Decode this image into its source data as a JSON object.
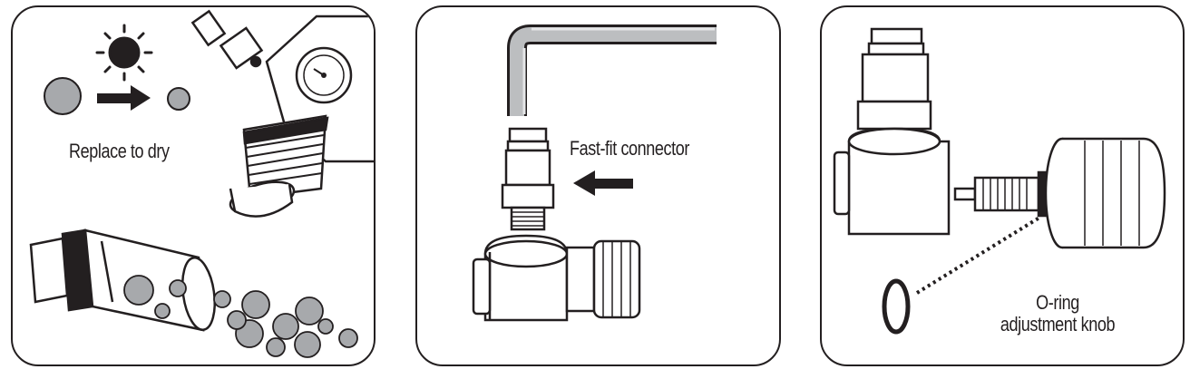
{
  "panels": [
    {
      "id": "dry-beads",
      "caption": "Replace to dry"
    },
    {
      "id": "fast-fit",
      "caption": "Fast-fit connector"
    },
    {
      "id": "oring",
      "caption_line1": "O-ring",
      "caption_line2": "adjustment knob"
    }
  ],
  "colors": {
    "ink": "#231f20",
    "bead": "#a7a9ac",
    "metal": "#bcbec0",
    "light": "#e6e7e8"
  },
  "icons": [
    "sun-icon",
    "arrow-right-icon",
    "arrow-left-icon",
    "hex-key-icon",
    "pressure-gauge-icon"
  ]
}
